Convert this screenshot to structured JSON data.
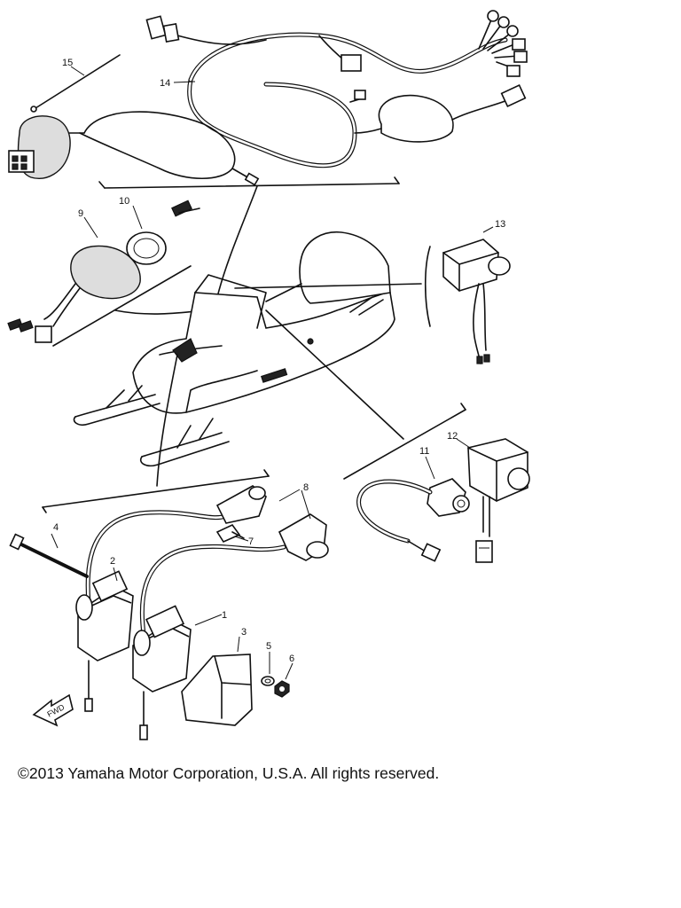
{
  "callouts": {
    "c1": "1",
    "c2": "2",
    "c3": "3",
    "c4": "4",
    "c5": "5",
    "c6": "6",
    "c7": "7",
    "c8": "8",
    "c9": "9",
    "c10": "10",
    "c11": "11",
    "c12": "12",
    "c13": "13",
    "c14": "14",
    "c15": "15"
  },
  "fwd_label": "FWD",
  "copyright": "©2013 Yamaha Motor Corporation, U.S.A. All rights reserved."
}
